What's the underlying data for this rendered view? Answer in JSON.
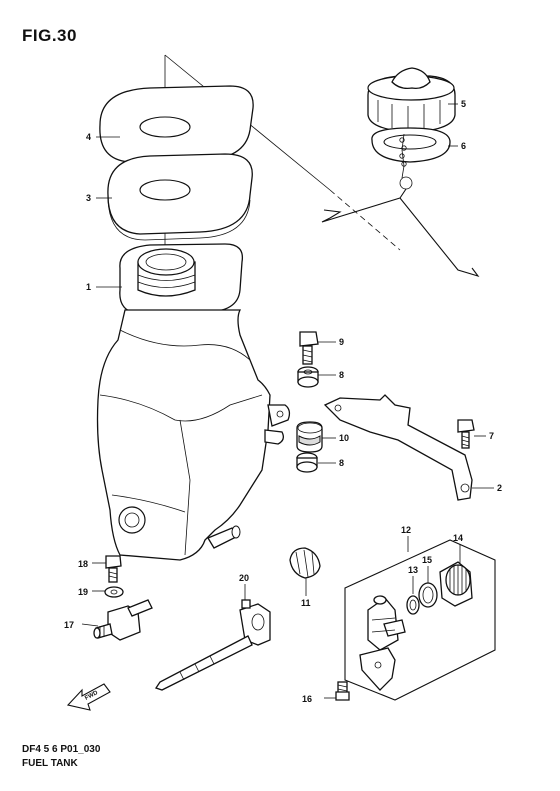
{
  "figure": {
    "title": "FIG.30",
    "model_code": "DF4 5 6 P01_030",
    "caption": "FUEL TANK"
  },
  "callouts": [
    "1",
    "2",
    "3",
    "4",
    "5",
    "6",
    "7",
    "8",
    "8",
    "9",
    "10",
    "11",
    "12",
    "13",
    "14",
    "15",
    "16",
    "17",
    "18",
    "19",
    "20"
  ],
  "arrow_label": "FWD"
}
